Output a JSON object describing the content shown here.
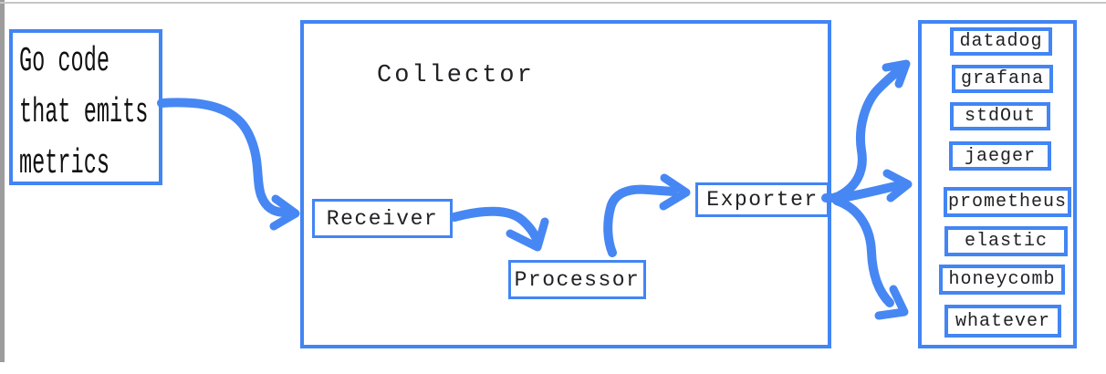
{
  "palette": {
    "accent_blue": "#4285F4",
    "arrow_blue": "#4787f3",
    "text_color": "#202124",
    "chrome_gray": "#9c9c9c"
  },
  "source_box": {
    "lines": [
      "Go code",
      "that emits",
      "metrics"
    ]
  },
  "collector": {
    "title": "Collector",
    "components": [
      {
        "label": "Receiver"
      },
      {
        "label": "Processor"
      },
      {
        "label": "Exporter"
      }
    ]
  },
  "outputs": {
    "items": [
      "datadog",
      "grafana",
      "stdOut",
      "jaeger",
      "prometheus",
      "elastic",
      "honeycomb",
      "whatever"
    ]
  },
  "arrows": [
    "source-to-collector",
    "receiver-to-processor",
    "processor-to-exporter",
    "exporter-fan-up",
    "exporter-fan-middle",
    "exporter-fan-down"
  ]
}
